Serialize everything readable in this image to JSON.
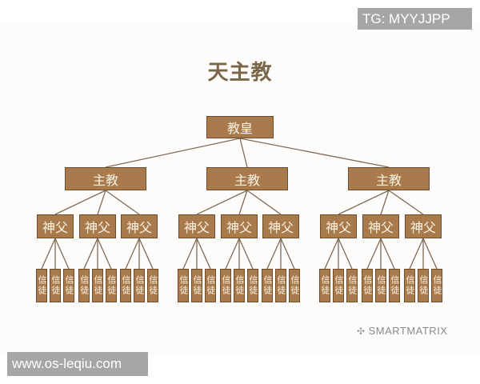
{
  "watermarks": {
    "top_right": "TG: MYYJJPP",
    "bottom_left": "www.os-leqiu.com"
  },
  "diagram": {
    "title": "天主教",
    "root": {
      "label": "教皇"
    },
    "level2": [
      {
        "label": "主教"
      },
      {
        "label": "主教"
      },
      {
        "label": "主教"
      }
    ],
    "level3": [
      {
        "label": "神父"
      },
      {
        "label": "神父"
      },
      {
        "label": "神父"
      },
      {
        "label": "神父"
      },
      {
        "label": "神父"
      },
      {
        "label": "神父"
      },
      {
        "label": "神父"
      },
      {
        "label": "神父"
      },
      {
        "label": "神父"
      }
    ],
    "level4_label": "信徒",
    "level4_count": 27,
    "colors": {
      "box_fill": "#a97b4c",
      "box_text": "#fbf3e4",
      "line": "#7f6a55",
      "title": "#7a6648"
    }
  },
  "credit": {
    "icon": "smartmatrix-logo-icon",
    "text": "SMARTMATRIX"
  }
}
